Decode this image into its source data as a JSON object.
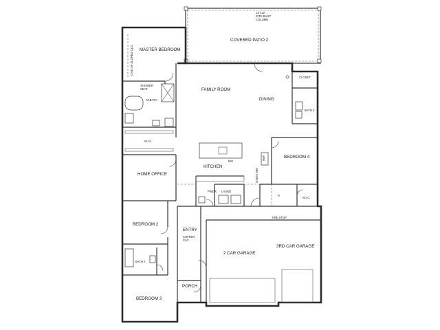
{
  "rooms": {
    "covered_patio": "COVERED PATIO 2",
    "patio_note_1": "12\"x12\"",
    "patio_note_2": "SITE-BUILT",
    "patio_note_3": "COLUMN",
    "master_bedroom": "MASTER BEDROOM",
    "ceiling_note": "LINE OF SLOPED CLG.",
    "shower_seat_1": "SHOWER",
    "shower_seat_2": "SEAT",
    "mbath": "M.BATH",
    "wic_master": "W.I.C.",
    "family_room": "FAMILY ROOM",
    "dining": "DINING",
    "closet": "CLOSET",
    "bath3": "BATH 3",
    "bedroom4": "BEDROOM 4",
    "ref": "REF",
    "dw": "DW",
    "kitchen": "KITCHEN",
    "oven": "OVEN/ MW",
    "pwdr": "PWDR.",
    "laund": "LAUND.",
    "pantry": "P.",
    "wic_bed4": "W.I.C.",
    "home_office": "HOME OFFICE",
    "tire_stop": "TIRE STOP",
    "bedroom2": "BEDROOM 2",
    "entry": "ENTRY",
    "coffer_1": "COFFER",
    "coffer_2": "CLG.",
    "garage2": "2 CAR GARAGE",
    "garage3": "3RD CAR GARAGE",
    "bath2": "BATH 2",
    "porch": "PORCH",
    "bedroom3": "BEDROOM 3"
  }
}
